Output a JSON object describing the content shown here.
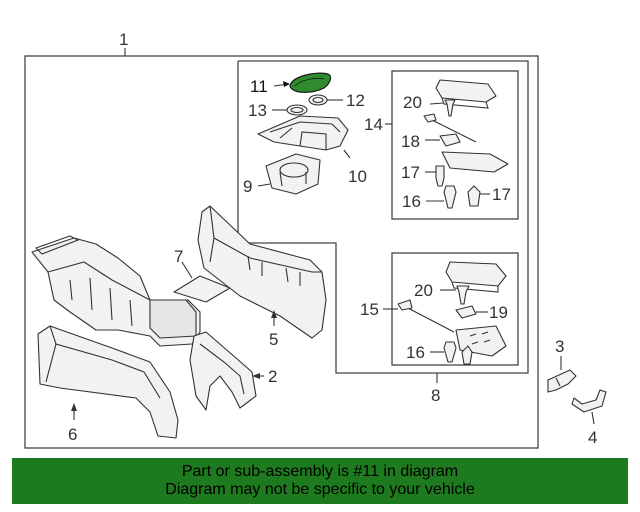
{
  "diagram": {
    "callouts": {
      "c1": "1",
      "c2": "2",
      "c3": "3",
      "c4": "4",
      "c5": "5",
      "c6": "6",
      "c7": "7",
      "c8": "8",
      "c9": "9",
      "c10": "10",
      "c11": "11",
      "c12": "12",
      "c13": "13",
      "c14": "14",
      "c15": "15",
      "c16a": "16",
      "c16b": "16",
      "c17a": "17",
      "c17b": "17",
      "c18": "18",
      "c19": "19",
      "c20a": "20",
      "c20b": "20"
    },
    "highlight_color": "#2e8b2e"
  },
  "banner": {
    "line1": "Part or sub-assembly is #11 in diagram",
    "line2": "Diagram may not be specific to your vehicle",
    "color": "#1e7a1e"
  }
}
